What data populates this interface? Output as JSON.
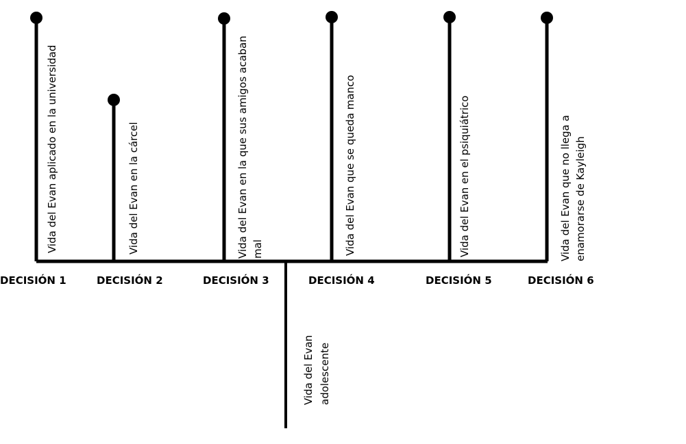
{
  "decisions": [
    {
      "label": "DECISIÓN 1",
      "lines": [
        "Vida del Evan aplicado en la universidad"
      ]
    },
    {
      "label": "DECISIÓN 2",
      "lines": [
        "Vida del Evan en la cárcel"
      ]
    },
    {
      "label": "DECISIÓN 3",
      "lines": [
        "Vida del Evan en la que sus amigos acaban",
        "mal"
      ]
    },
    {
      "label": "DECISIÓN 4",
      "lines": [
        "Vida del Evan que se queda manco"
      ]
    },
    {
      "label": "DECISIÓN 5",
      "lines": [
        "Vida del Evan en el psiquiátrico"
      ]
    },
    {
      "label": "DECISIÓN 6",
      "lines": [
        "Vida del Evan que no llega a",
        "enamorarse de Kayleigh"
      ]
    }
  ],
  "root": {
    "lines": [
      "Vida del Evan",
      "adolescente"
    ]
  },
  "colors": {
    "line": "#000000",
    "background": "#ffffff"
  }
}
